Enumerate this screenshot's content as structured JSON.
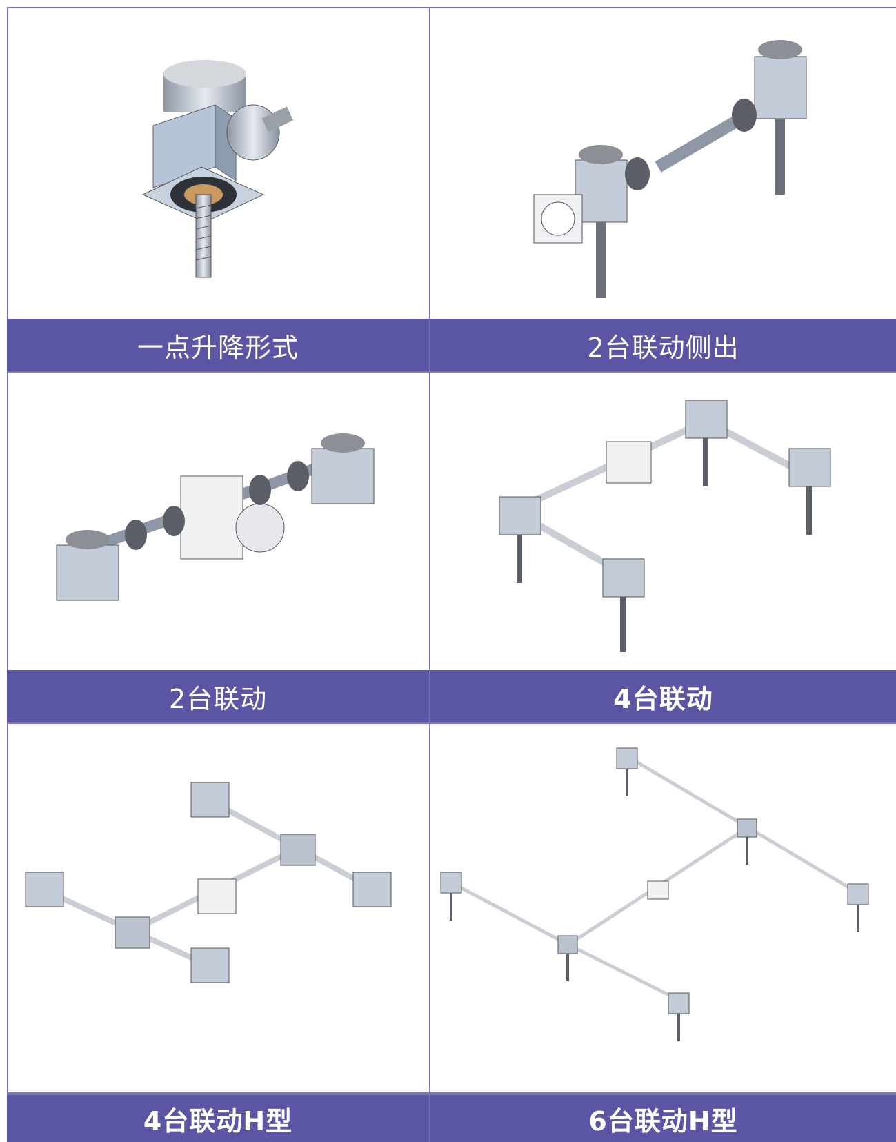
{
  "colors": {
    "header": "#5b56a4",
    "border": "#7b78b8",
    "metal": "#b8c0cc",
    "dark": "#3a3f48"
  },
  "cells": [
    {
      "caption": "一点升降形式",
      "bold": false,
      "icon": "single-screw-jack"
    },
    {
      "caption": "2台联动侧出",
      "bold": false,
      "icon": "two-jacks-side-output"
    },
    {
      "caption": "2台联动",
      "bold": false,
      "icon": "two-jacks-linked"
    },
    {
      "caption": "4台联动",
      "bold": true,
      "icon": "four-jacks-linked"
    },
    {
      "caption": "4台联动H型",
      "bold": true,
      "icon": "four-jacks-h-type"
    },
    {
      "caption": "6台联动H型",
      "bold": true,
      "icon": "six-jacks-h-type"
    }
  ]
}
